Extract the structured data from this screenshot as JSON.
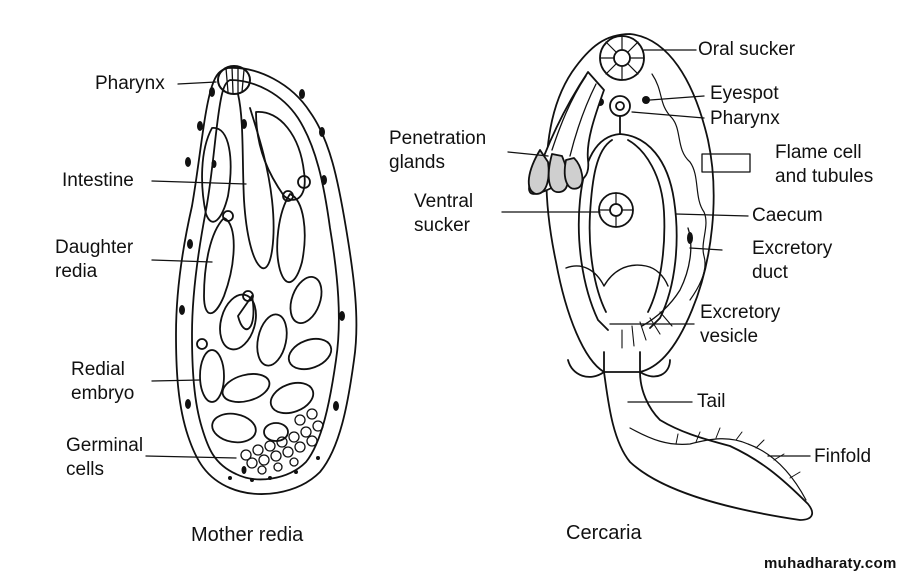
{
  "mother_redia": {
    "caption": "Mother redia",
    "labels": {
      "pharynx": "Pharynx",
      "intestine": "Intestine",
      "daughter_redia_1": "Daughter",
      "daughter_redia_2": "redia",
      "redial_embryo_1": "Redial",
      "redial_embryo_2": "embryo",
      "germinal_cells_1": "Germinal",
      "germinal_cells_2": "cells"
    }
  },
  "cercaria": {
    "caption": "Cercaria",
    "labels": {
      "oral_sucker": "Oral sucker",
      "eyespot": "Eyespot",
      "pharynx": "Pharynx",
      "penetration_glands_1": "Penetration",
      "penetration_glands_2": "glands",
      "flame_cell_1": "Flame cell",
      "flame_cell_2": "and tubules",
      "ventral_sucker_1": "Ventral",
      "ventral_sucker_2": "sucker",
      "caecum": "Caecum",
      "excretory_duct_1": "Excretory",
      "excretory_duct_2": "duct",
      "excretory_vesicle_1": "Excretory",
      "excretory_vesicle_2": "vesicle",
      "tail": "Tail",
      "finfold": "Finfold"
    }
  },
  "watermark": "muhadharaty.com"
}
